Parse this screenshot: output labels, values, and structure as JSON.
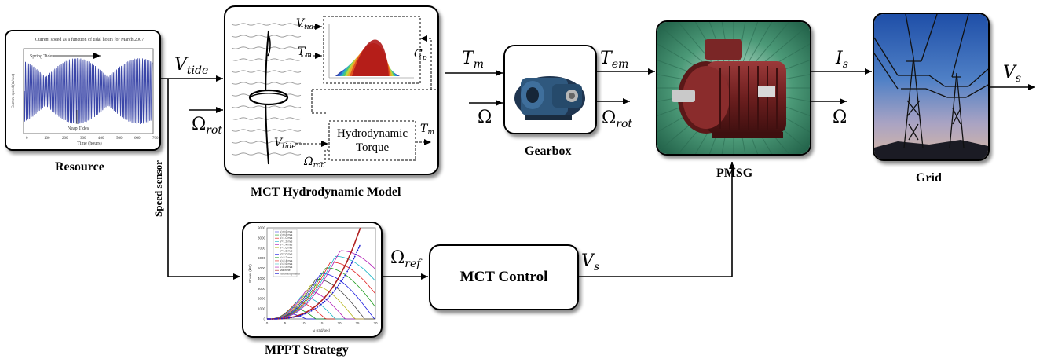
{
  "blocks": {
    "resource": "Resource",
    "mct_model": "MCT Hydrodynamic Model",
    "gearbox": "Gearbox",
    "pmsg": "PMSG",
    "grid": "Grid",
    "mppt": "MPPT Strategy",
    "mct_control": "MCT Control",
    "speed_sensor": "Speed sensor"
  },
  "resource_plot": {
    "title": "Current speed as a function of tidal hours for March 2007",
    "spring": "Spring Tides",
    "neap": "Neap Tides",
    "xlabel": "Time (hours)",
    "ylabel": "Current speed (m/sec)",
    "xticks": [
      "0",
      "100",
      "200",
      "300",
      "400",
      "500",
      "600",
      "700"
    ]
  },
  "signals": {
    "V_tide": {
      "base": "V",
      "sub": "tide"
    },
    "Omega_rot": {
      "base": "Ω",
      "sub": "rot"
    },
    "T_m": {
      "base": "T",
      "sub": "m"
    },
    "T_em": {
      "base": "T",
      "sub": "em"
    },
    "Omega": {
      "base": "Ω",
      "sub": ""
    },
    "I_s": {
      "base": "I",
      "sub": "s"
    },
    "V_s": {
      "base": "V",
      "sub": "s"
    },
    "Omega_ref": {
      "base": "Ω",
      "sub": "ref"
    },
    "C_p": {
      "base": "C",
      "sub": "p"
    }
  },
  "hydro_torque": {
    "line1": "Hydrodynamic",
    "line2": "Torque"
  },
  "mppt_plot": {
    "legend": [
      "V=0.6 m/s",
      "V=0.8 m/s",
      "V=1.0 m/s",
      "V=1.2 m/s",
      "V=1.4 m/s",
      "V=1.6 m/s",
      "V=1.8 m/s",
      "V=2.0 m/s",
      "V=2.2 m/s",
      "V=2.4 m/s",
      "V=2.6 m/s",
      "V=2.8 m/s",
      "Machine",
      "Turbine/dynamo"
    ],
    "yticks": [
      "9000",
      "8000",
      "7000",
      "6000",
      "5000",
      "4000",
      "3000",
      "2000",
      "1000",
      "0"
    ],
    "xticks": [
      "0",
      "5",
      "10",
      "15",
      "20",
      "25",
      "30"
    ],
    "xlabel": "ω (rad/sec)",
    "ylabel": "Power (kW)"
  }
}
